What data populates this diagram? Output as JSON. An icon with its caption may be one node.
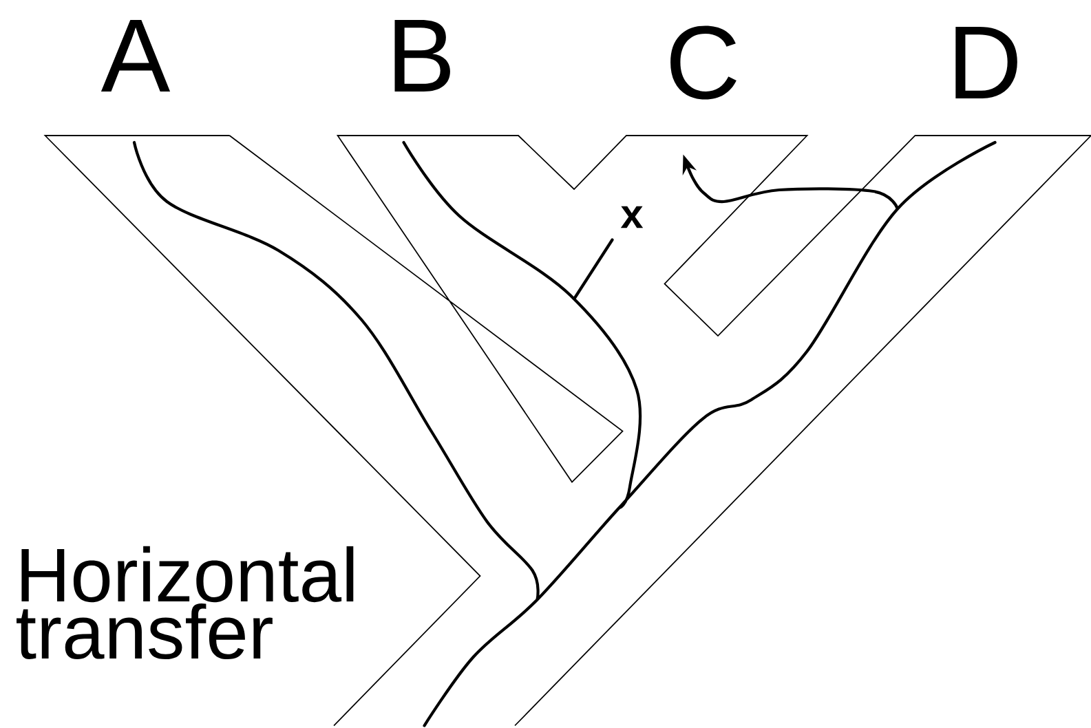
{
  "diagram": {
    "labels": [
      "A",
      "B",
      "C",
      "D",
      "x",
      "Horizontal transfer"
    ]
  }
}
